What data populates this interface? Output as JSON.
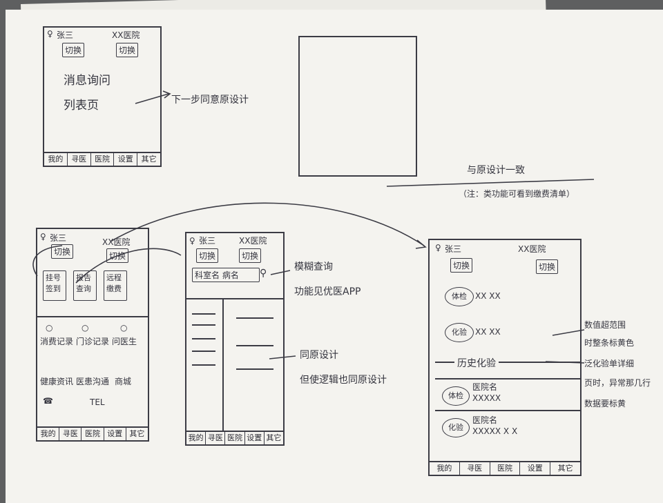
{
  "sketch1": {
    "user": "张三",
    "user_btn": "切换",
    "hospital": "XX医院",
    "hospital_btn": "切换",
    "body_lines": [
      "消息询问",
      "列表页"
    ],
    "tabs": [
      "我的",
      "寻医",
      "医院",
      "设置",
      "其它"
    ]
  },
  "note_next": "下一步同意原设计",
  "sketch2": {
    "user": "张三",
    "user_btn": "切换",
    "hospital": "XX医院",
    "hospital_btn": "切换",
    "buttons": [
      "挂号签到",
      "报告查询",
      "远程缴费"
    ],
    "row1": [
      "消费记录",
      "门诊记录",
      "问医生"
    ],
    "row2": [
      "健康资讯",
      "医患沟通",
      "商城"
    ],
    "footer_icon": "☎",
    "footer_tel": "TEL",
    "tabs": [
      "我的",
      "寻医",
      "医院",
      "设置",
      "其它"
    ]
  },
  "sketch3": {
    "user": "张三",
    "user_btn": "切换",
    "hospital": "XX医院",
    "hospital_btn": "切换",
    "search_placeholder": "科室名 病名",
    "tabs": [
      "我的",
      "寻医",
      "医院",
      "设置",
      "其它"
    ]
  },
  "note_search": [
    "模糊查询",
    "功能见优医APP"
  ],
  "note_same": [
    "同原设计",
    "但使逻辑也同原设计"
  ],
  "note_top": [
    "与原设计一致",
    "（注：类功能可看到缴费清单）"
  ],
  "sketch4": {
    "user": "张三",
    "user_btn": "切换",
    "hospital": "XX医院",
    "hospital_btn": "切换",
    "items": [
      {
        "badge": "体检",
        "text": "XX XX"
      },
      {
        "badge": "化验",
        "text": "XX XX"
      }
    ],
    "section": "历史化验",
    "history": [
      {
        "badge": "体检",
        "title": "医院名",
        "text": "XXXXX"
      },
      {
        "badge": "化验",
        "title": "医院名",
        "text": "XXXXX X X"
      }
    ],
    "tabs": [
      "我的",
      "寻医",
      "医院",
      "设置",
      "其它"
    ]
  },
  "note_right": [
    "数值超范围",
    "时整条标黄色",
    "泛化验单详细",
    "页时，异常那几行",
    "数据要标黄"
  ]
}
